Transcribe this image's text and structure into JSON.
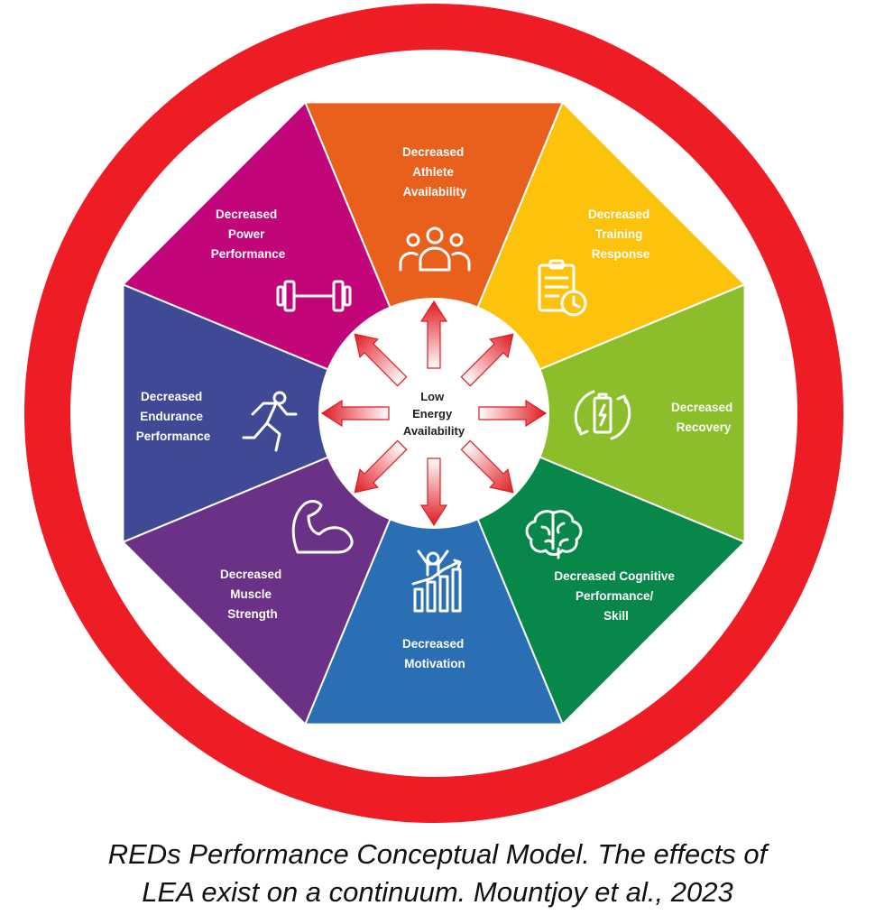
{
  "ring_title": "REDs: Relative Energy Deficiency in Sport",
  "center": {
    "lines": [
      "Low",
      "Energy",
      "Availability"
    ]
  },
  "segments": [
    {
      "id": "athlete-availability",
      "lines": [
        "Decreased",
        "Athlete",
        "Availability"
      ],
      "color": "#e8601c",
      "icon": "people-icon"
    },
    {
      "id": "training-response",
      "lines": [
        "Decreased",
        "Training",
        "Response"
      ],
      "color": "#fcc20c",
      "icon": "clipboard-clock-icon"
    },
    {
      "id": "recovery",
      "lines": [
        "Decreased",
        "Recovery"
      ],
      "color": "#8cbd2a",
      "icon": "battery-cycle-icon"
    },
    {
      "id": "cognitive-performance",
      "lines": [
        "Decreased Cognitive",
        "Performance/",
        "Skill"
      ],
      "color": "#07884a",
      "icon": "brain-icon"
    },
    {
      "id": "motivation",
      "lines": [
        "Decreased",
        "Motivation"
      ],
      "color": "#2a6eb4",
      "icon": "celebrating-person-chart-icon"
    },
    {
      "id": "muscle-strength",
      "lines": [
        "Decreased",
        "Muscle",
        "Strength"
      ],
      "color": "#6b3186",
      "icon": "flexed-arm-icon"
    },
    {
      "id": "endurance-performance",
      "lines": [
        "Decreased",
        "Endurance",
        "Performance"
      ],
      "color": "#3f4996",
      "icon": "runner-icon"
    },
    {
      "id": "power-performance",
      "lines": [
        "Decreased",
        "Power",
        "Performance"
      ],
      "color": "#c2067a",
      "icon": "dumbbell-icon"
    }
  ],
  "colors": {
    "ring": "#ee1c24",
    "ring_inner": "#ffffff",
    "arrow": "#e01b22"
  },
  "caption": {
    "line1": "REDs Performance Conceptual Model. The effects of",
    "line2": "LEA exist on a continuum. Mountjoy et al., 2023"
  }
}
